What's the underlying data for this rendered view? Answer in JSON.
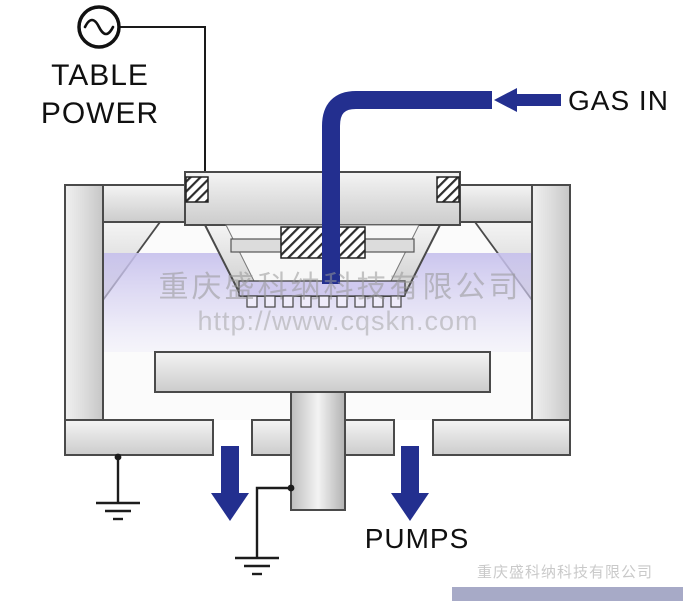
{
  "diagram": {
    "labels": {
      "table_power_line1": "TABLE",
      "table_power_line2": "POWER",
      "gas_in": "GAS IN",
      "pumps": "PUMPS"
    },
    "watermark": {
      "company": "重庆盛科纳科技有限公司",
      "url": "http://www.cqskn.com"
    },
    "colors": {
      "pipe_navy": "#232f8f",
      "chamber_gray": "#e3e3e3",
      "plasma_lavender": "#cdc7ec",
      "outline": "#4a4a4a"
    }
  }
}
